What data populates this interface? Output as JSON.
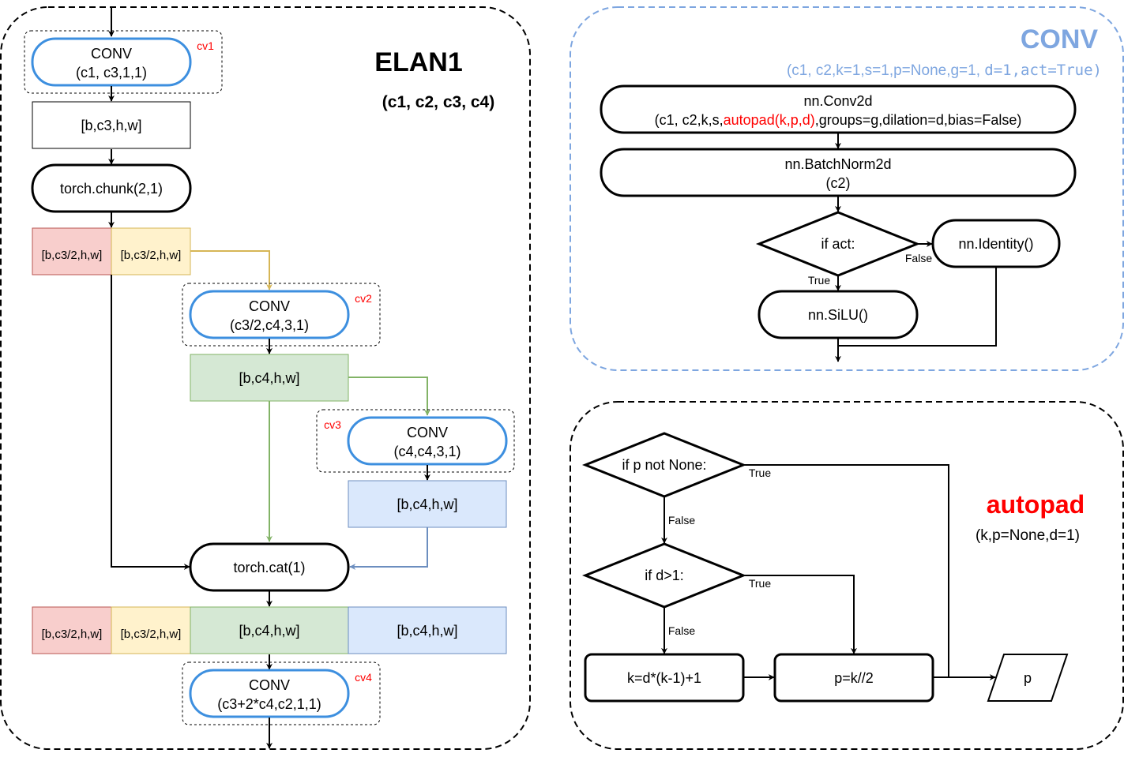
{
  "elan": {
    "title": "ELAN1",
    "params": "(c1, c2, c3, c4)",
    "cv1": {
      "tag": "cv1",
      "name": "CONV",
      "args": "(c1, c3,1,1)"
    },
    "shape1": "[b,c3,h,w]",
    "chunk": "torch.chunk(2,1)",
    "split_a": "[b,c3/2,h,w]",
    "split_b": "[b,c3/2,h,w]",
    "cv2": {
      "tag": "cv2",
      "name": "CONV",
      "args": "(c3/2,c4,3,1)"
    },
    "shape2": "[b,c4,h,w]",
    "cv3": {
      "tag": "cv3",
      "name": "CONV",
      "args": "(c4,c4,3,1)"
    },
    "shape3": "[b,c4,h,w]",
    "cat": "torch.cat(1)",
    "cat_out": [
      "[b,c3/2,h,w]",
      "[b,c3/2,h,w]",
      "[b,c4,h,w]",
      "[b,c4,h,w]"
    ],
    "cv4": {
      "tag": "cv4",
      "name": "CONV",
      "args": "(c3+2*c4,c2,1,1)"
    }
  },
  "conv": {
    "title": "CONV",
    "sig_a": "(c1, c2,k=1,s=1,p=None,g=1, ",
    "sig_b": "d=1,act=True)",
    "conv2d_name": "nn.Conv2d",
    "conv2d_pre": "(c1, c2,k,s,",
    "conv2d_red": "autopad(k,p,d)",
    "conv2d_post": ",groups=g,dilation=d,bias=False)",
    "bn_name": "nn.BatchNorm2d",
    "bn_args": "(c2)",
    "if_act": "if act:",
    "identity": "nn.Identity()",
    "silu": "nn.SiLU()",
    "false_label": "False",
    "true_label": "True"
  },
  "autopad": {
    "title": "autopad",
    "params": "(k,p=None,d=1)",
    "if_p": "if p not None:",
    "if_d": "if d>1:",
    "true1": "True",
    "false1": "False",
    "true2": "True",
    "false2": "False",
    "k_expr": "k=d*(k-1)+1",
    "p_expr": "p=k//2",
    "out": "p"
  },
  "colors": {
    "conv_stroke": "#3d8fdf",
    "red_fill": "#f8cecc",
    "red_stroke": "#b85450",
    "yellow_fill": "#fff2cc",
    "yellow_stroke": "#d6b656",
    "green_fill": "#d5e8d4",
    "green_stroke": "#82b366",
    "blue_fill": "#dae8fc",
    "blue_stroke": "#6c8ebf",
    "conv_panel": "#7ea6e0",
    "tag_red": "#ff0000"
  }
}
